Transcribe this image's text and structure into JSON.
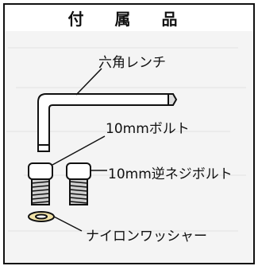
{
  "title": "付 属 品",
  "items": {
    "hex_key": "六角レンチ",
    "bolt": "10mmボルト",
    "left_bolt": "10mm逆ネジボルト",
    "washer": "ナイロンワッシャー"
  }
}
